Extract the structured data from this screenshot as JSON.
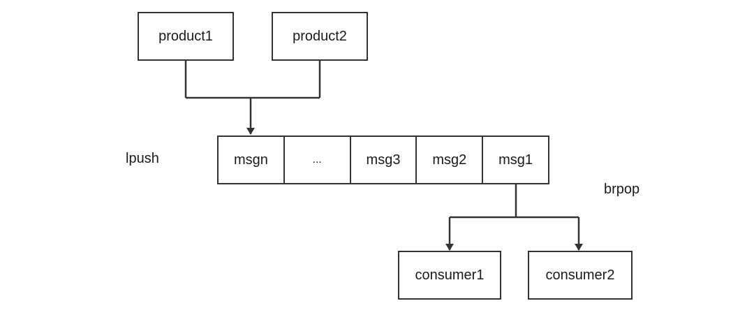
{
  "producers": [
    {
      "label": "product1"
    },
    {
      "label": "product2"
    }
  ],
  "push_command": "lpush",
  "queue": {
    "cells": [
      {
        "label": "msgn"
      },
      {
        "label": "..."
      },
      {
        "label": "msg3"
      },
      {
        "label": "msg2"
      },
      {
        "label": "msg1"
      }
    ]
  },
  "pop_command": "brpop",
  "consumers": [
    {
      "label": "consumer1"
    },
    {
      "label": "consumer2"
    }
  ],
  "colors": {
    "stroke": "#333333",
    "text": "#1a1a1a",
    "background": "#ffffff"
  }
}
